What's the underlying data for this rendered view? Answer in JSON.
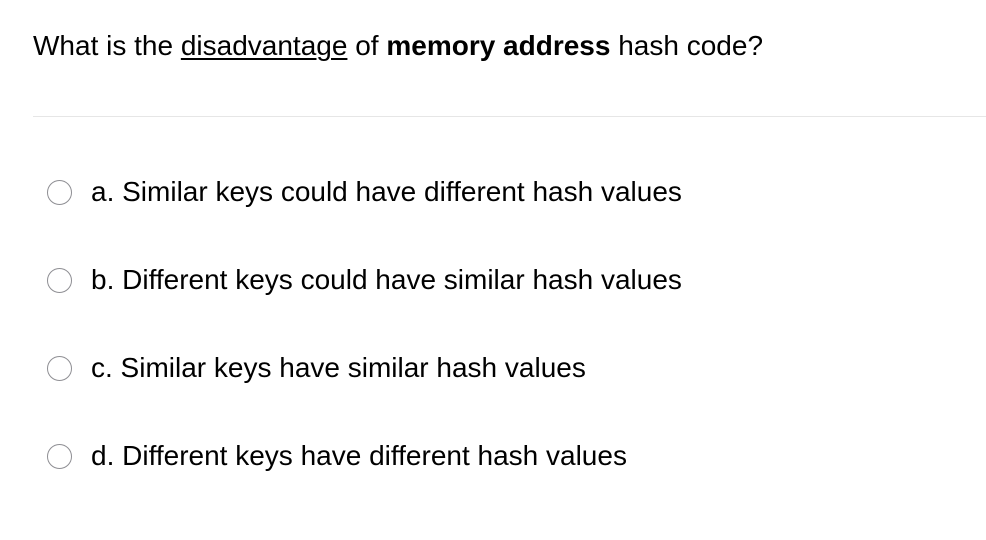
{
  "question": {
    "part1": "What is the ",
    "underlined": "disadvantage",
    "part2": " of ",
    "bold": "memory address",
    "part3": " hash code?"
  },
  "options": [
    {
      "label": "a. Similar keys could have different hash values",
      "selected": false
    },
    {
      "label": "b. Different keys could have similar hash values",
      "selected": false
    },
    {
      "label": "c. Similar keys have similar hash values",
      "selected": false
    },
    {
      "label": "d. Different keys have different hash values",
      "selected": false
    }
  ],
  "colors": {
    "text": "#000000",
    "radio_border": "#8e8e93",
    "divider": "#e6e6e6",
    "background": "#ffffff"
  }
}
